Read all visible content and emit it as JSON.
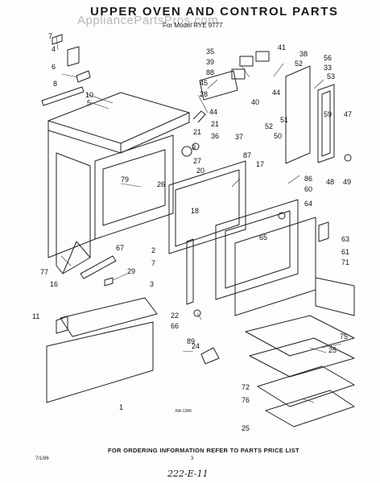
{
  "title": "UPPER OVEN AND CONTROL PARTS",
  "subtitle": "For Model RYE 9777",
  "watermark": "AppliancePartsPros.com",
  "footer": "FOR ORDERING INFORMATION REFER TO PARTS PRICE LIST",
  "page_code": "7/1/86",
  "page_number": "3",
  "handwritten_note": "222-E-11",
  "figure_code": "RA-1340",
  "callouts": [
    "1",
    "2",
    "3",
    "4",
    "5",
    "6",
    "7",
    "8",
    "9",
    "10",
    "11",
    "16",
    "17",
    "18",
    "20",
    "21",
    "22",
    "24",
    "25",
    "26",
    "27",
    "28",
    "29",
    "33",
    "35",
    "36",
    "37",
    "38",
    "39",
    "40",
    "41",
    "44",
    "45",
    "47",
    "48",
    "49",
    "50",
    "51",
    "52",
    "53",
    "56",
    "59",
    "60",
    "61",
    "63",
    "64",
    "65",
    "66",
    "67",
    "71",
    "72",
    "75",
    "76",
    "77",
    "79",
    "86",
    "87",
    "88",
    "89"
  ]
}
